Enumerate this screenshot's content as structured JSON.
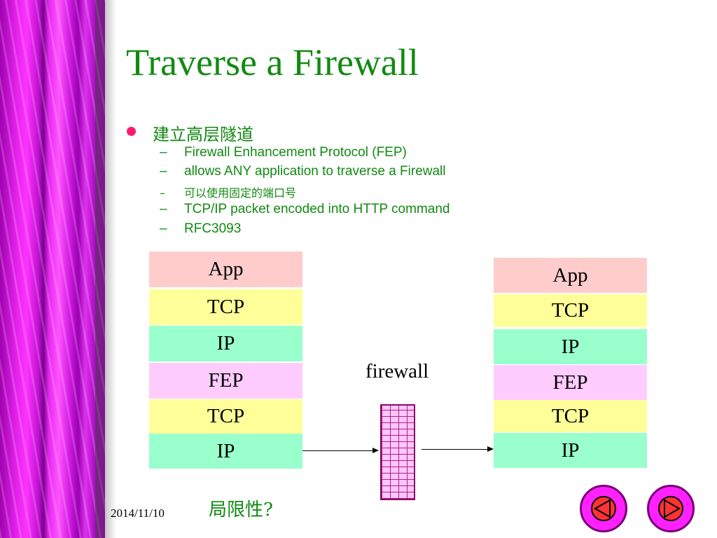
{
  "slide": {
    "title": "Traverse a Firewall",
    "bullet": "建立高层隧道",
    "subitems": [
      "Firewall Enhancement Protocol (FEP)",
      "allows ANY application to traverse a  Firewall",
      "可以使用固定的端口号",
      "TCP/IP packet encoded into HTTP command",
      "RFC3093"
    ],
    "dash": "–"
  },
  "diagram": {
    "left_stack": [
      "App",
      "TCP",
      "IP",
      "FEP",
      "TCP",
      "IP"
    ],
    "right_stack": [
      "App",
      "TCP",
      "IP",
      "FEP",
      "TCP",
      "IP"
    ],
    "firewall_label": "firewall"
  },
  "footer": {
    "question": "局限性?",
    "date": "2014/11/10"
  },
  "nav": {
    "prev_icon": "triangle-left-icon",
    "next_icon": "triangle-right-icon"
  },
  "colors": {
    "title": "#128a12",
    "bullet": "#ff1a6e",
    "app": "#ffcccc",
    "tcp": "#ffff99",
    "ip": "#99ffcc",
    "fep": "#ffccff",
    "band": "#e020e8"
  }
}
